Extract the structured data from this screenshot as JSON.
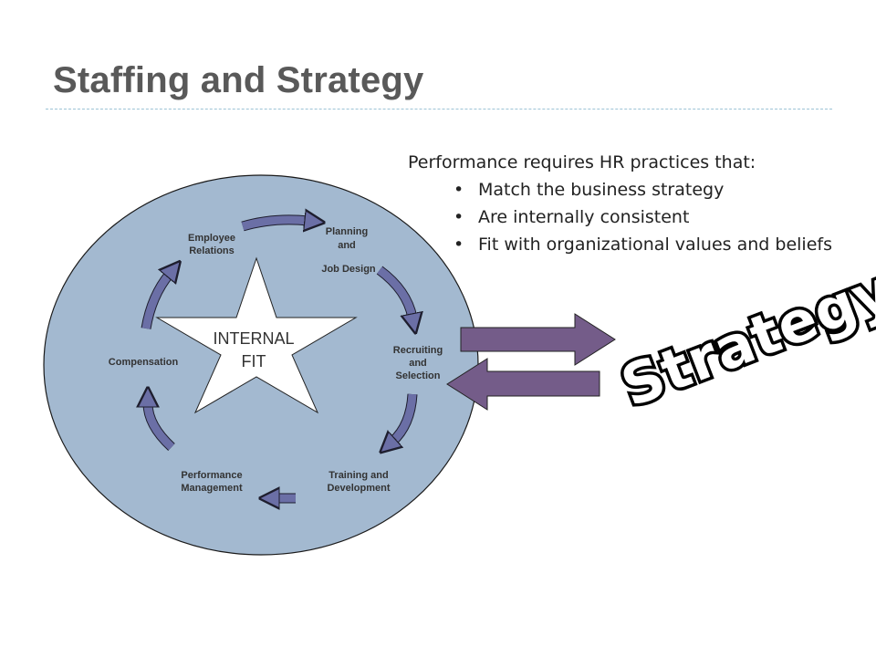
{
  "slide": {
    "title": "Staffing and Strategy"
  },
  "bullets": {
    "lead": "Performance requires HR practices that:",
    "marker": "•",
    "items": [
      "Match the business strategy",
      "Are internally consistent",
      "Fit with organizational values and beliefs"
    ]
  },
  "cycle": {
    "planning": [
      "Planning",
      "and",
      "Job Design"
    ],
    "recruiting": [
      "Recruiting",
      "and",
      "Selection"
    ],
    "training": [
      "Training and",
      "Development"
    ],
    "performance": [
      "Performance",
      "Management"
    ],
    "compensation": [
      "Compensation"
    ],
    "employee_relations": [
      "Employee",
      "Relations"
    ]
  },
  "center": {
    "line1": "INTERNAL",
    "line2": "FIT"
  },
  "strategy": {
    "word": "Strategy"
  },
  "colors": {
    "circle_fill": "#a3b9d0",
    "arrow_fill": "#6b6fa6",
    "block_arrow_fill": "#745c89"
  }
}
